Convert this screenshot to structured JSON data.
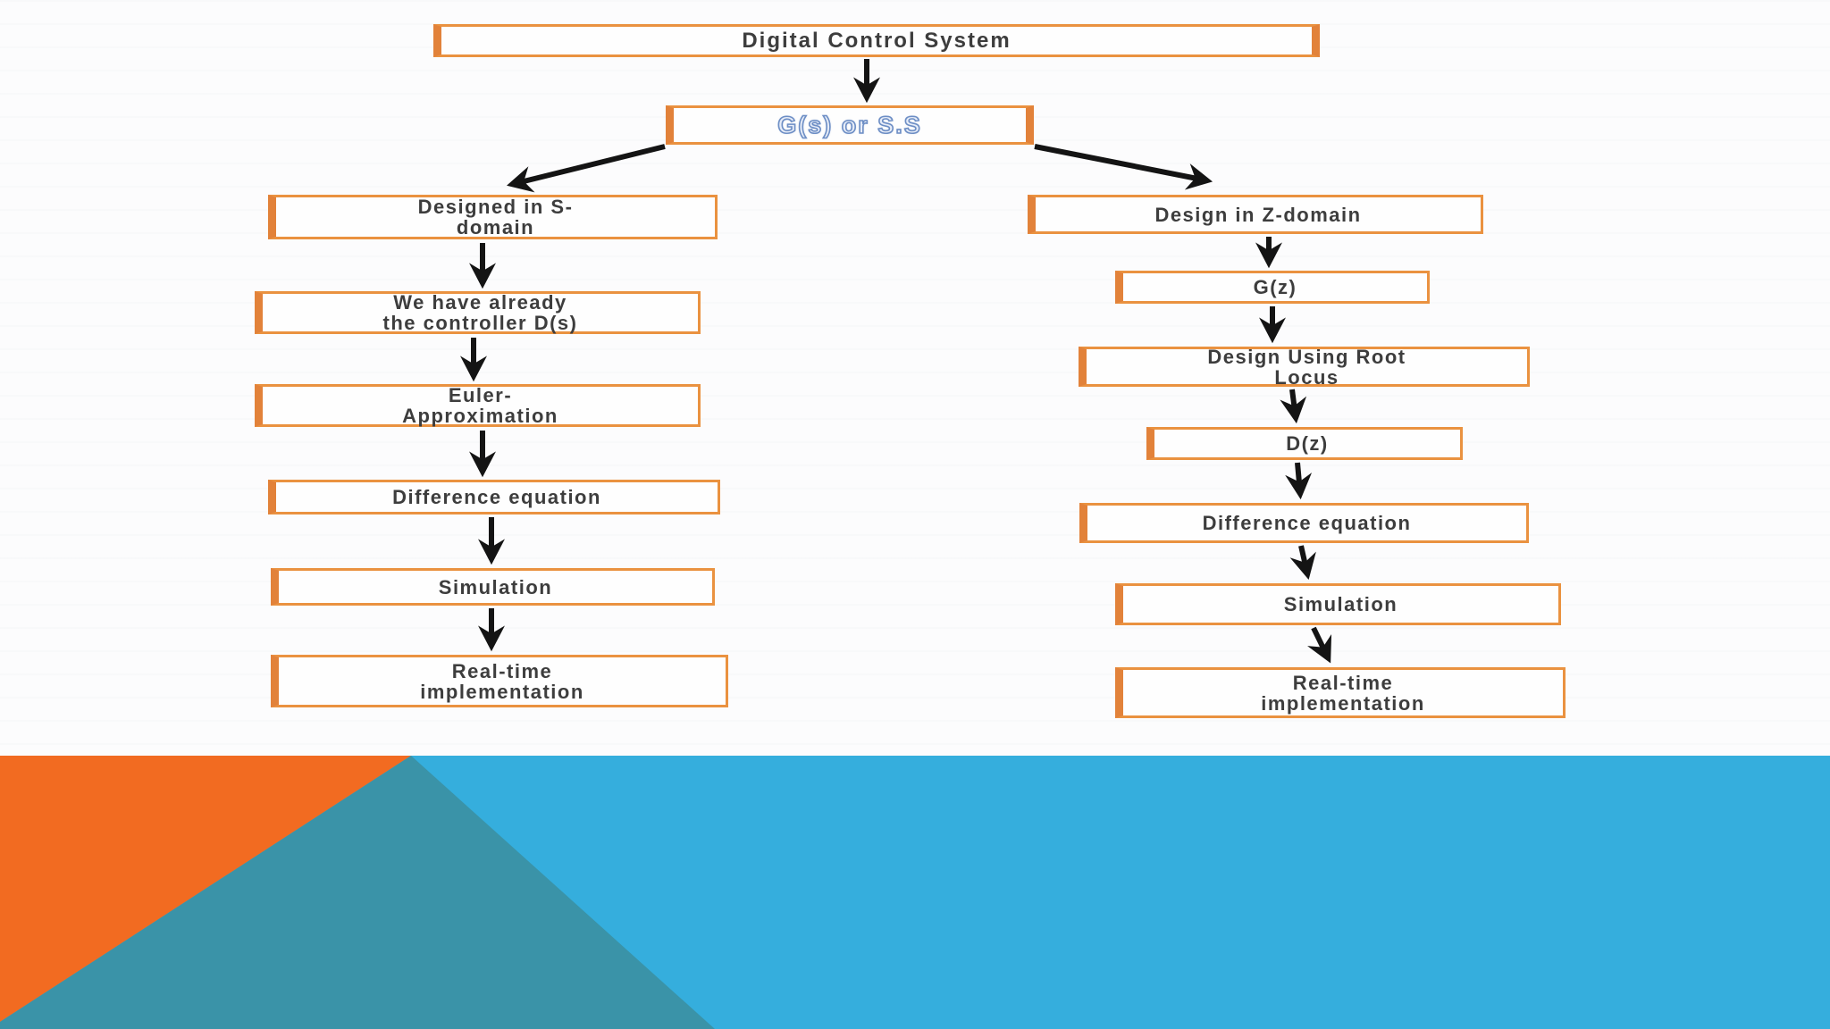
{
  "flowchart": {
    "root": {
      "label": "Digital  Control System"
    },
    "source": {
      "label": "G(s)  or S.S"
    },
    "left_branch": {
      "steps": [
        "Designed in S-\ndomain",
        "We have already\nthe controller D(s)",
        "Euler-\nApproximation",
        "Difference equation",
        "Simulation",
        "Real-time\nimplementation"
      ]
    },
    "right_branch": {
      "steps": [
        "Design in Z-domain",
        "G(z)",
        "Design Using Root\nLocus",
        "D(z)",
        "Difference equation",
        "Simulation",
        "Real-time\nimplementation"
      ]
    }
  },
  "colors": {
    "node_border": "#ea9240",
    "node_border_edge": "#e2823a",
    "node_text": "#3d3d3d",
    "source_text_outline": "#6d8ec5",
    "arrow": "#141414",
    "banner_blue": "#35aedd",
    "banner_orange": "#f26b21",
    "banner_slate": "#3a93a8"
  }
}
